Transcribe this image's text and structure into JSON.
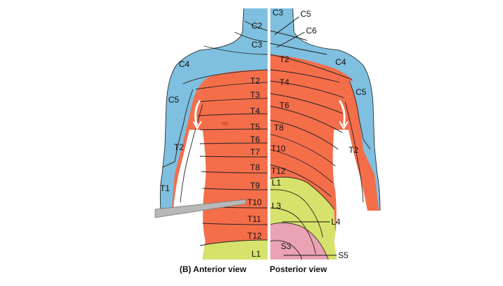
{
  "colors": {
    "cervical": "#7fbfdf",
    "thoracic": "#f46e4a",
    "lumbar": "#d6e26b",
    "sacral": "#e9a3b3",
    "probe": "#b8b8b8",
    "divider": "#ffffff"
  },
  "anterior": {
    "neck_labels": [
      "C2",
      "C3"
    ],
    "shoulder_label": "C4",
    "arm_labels": [
      "C5",
      "T2",
      "T1"
    ],
    "trunk_labels": [
      "T2",
      "T3",
      "T4",
      "T5",
      "T6",
      "T7",
      "T8",
      "T9",
      "T10",
      "T11",
      "T12",
      "L1"
    ]
  },
  "posterior": {
    "neck_label": "C3",
    "leader_labels": [
      "C5",
      "C6"
    ],
    "trunk_labels": [
      "T2",
      "T4",
      "T6",
      "T8",
      "T10",
      "T12"
    ],
    "shoulder_label": "C4",
    "arm_labels": [
      "C5",
      "T2"
    ],
    "lower_labels": [
      "L1",
      "L3",
      "S3"
    ],
    "lower_leader_labels": [
      "L4",
      "S5"
    ]
  },
  "captions": {
    "anterior": "(B) Anterior view",
    "posterior": "Posterior view"
  }
}
